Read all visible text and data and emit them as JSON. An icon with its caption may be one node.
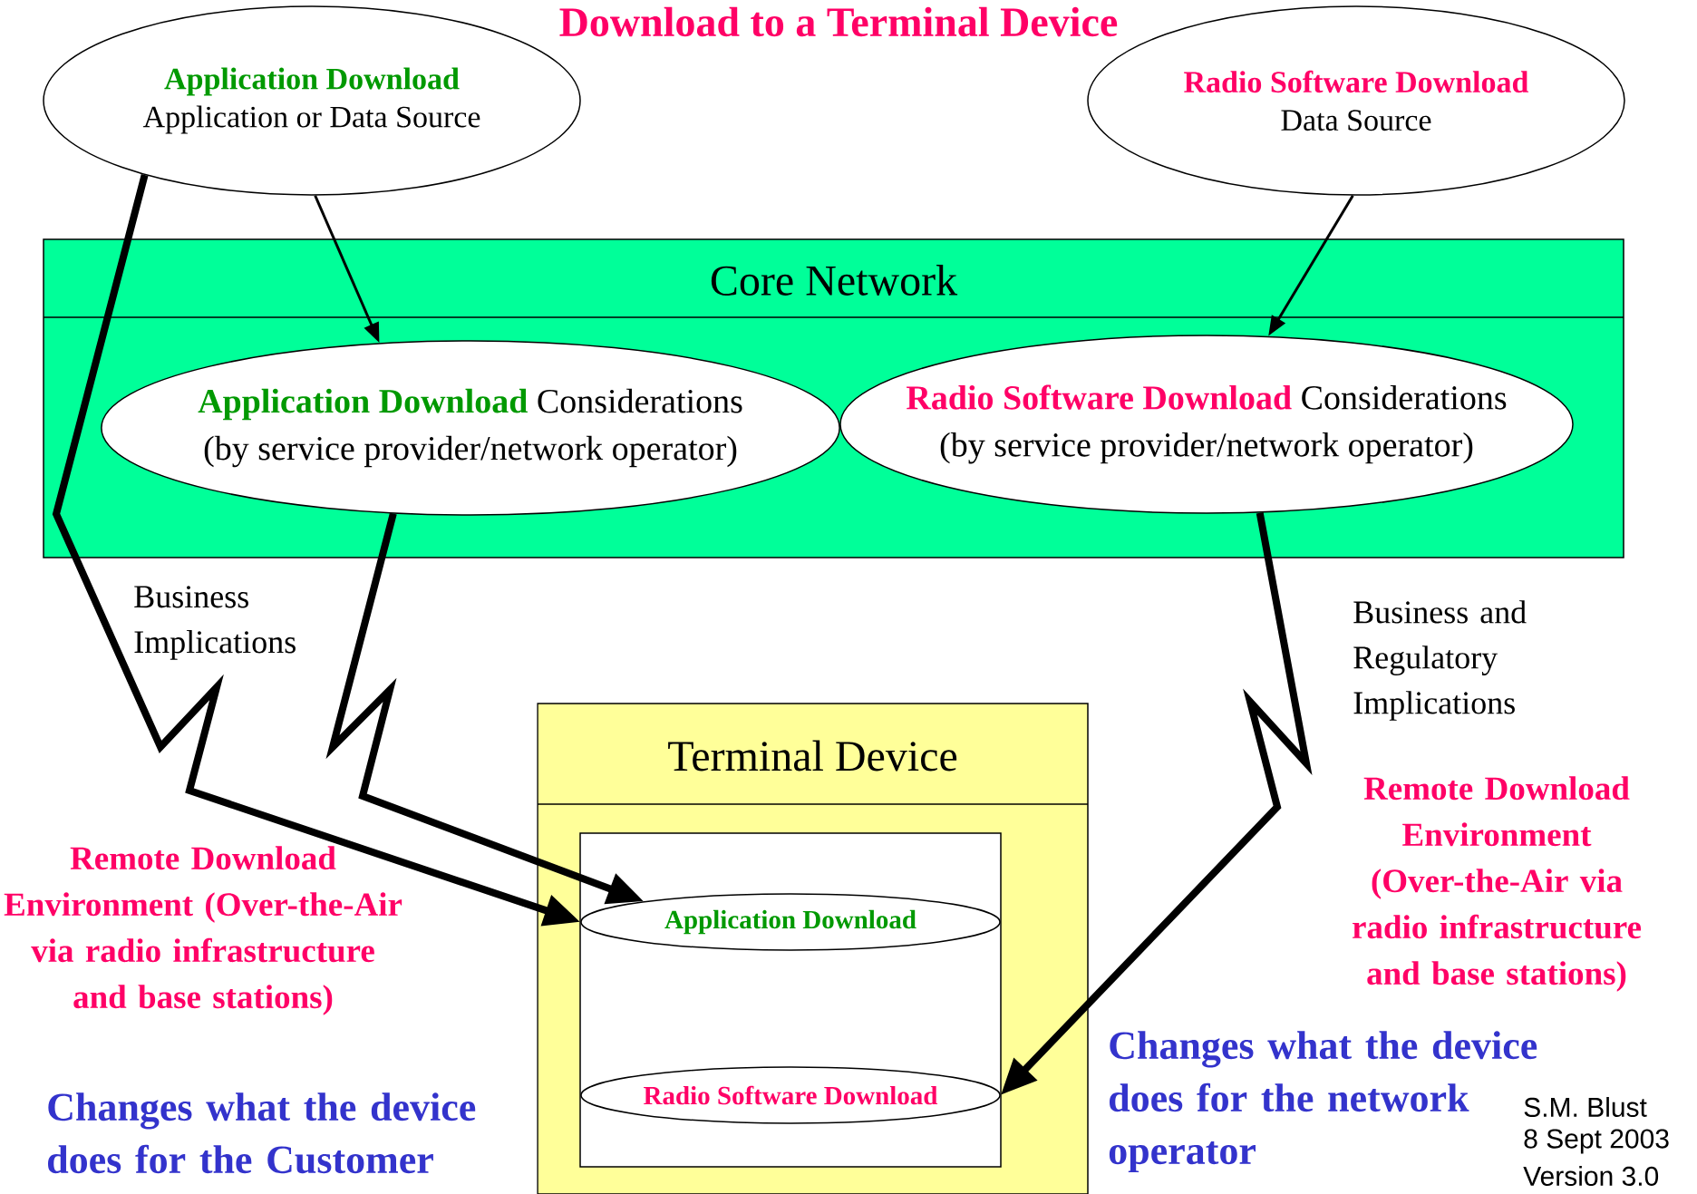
{
  "diagram": {
    "title": "Download to a Terminal Device",
    "nodes": [
      {
        "text": [
          "Application Download",
          "Application or Data Source"
        ]
      },
      {
        "text": [
          "Radio Software Download",
          "Data Source"
        ]
      },
      {
        "text": [
          "Core Network"
        ]
      },
      {
        "text": [
          "Application Download",
          "Considerations",
          "(by service provider/network operator)"
        ],
        "in": 2
      },
      {
        "text": [
          "Radio Software Download",
          "Considerations",
          "(by service provider/network operator)"
        ],
        "in": 2
      },
      {
        "text": [
          "Terminal Device"
        ]
      },
      {
        "text": [],
        "shape": "box",
        "in": 5
      },
      {
        "text": [
          "Application Download"
        ],
        "in": 6
      },
      {
        "text": [
          "Radio Software Download"
        ],
        "in": 6
      }
    ],
    "edges": [
      {
        "from": 0,
        "to": 3,
        "arrow": "to"
      },
      {
        "from": 1,
        "to": 4,
        "arrow": "to"
      },
      {
        "from": 0,
        "to": 7,
        "arrow": "to"
      },
      {
        "from": 3,
        "to": 7,
        "arrow": "to"
      },
      {
        "from": 4,
        "to": 8,
        "arrow": "to"
      }
    ],
    "labels": [
      "Business Implications",
      "Business and Regulatory Implications",
      "Remote Download Environment (Over-the-Air via radio infrastructure and base stations)",
      "Remote Download Environment (Over-the-Air via radio infrastructure and base stations)",
      "Changes what the device does for the Customer",
      "Changes what the device does for the network operator",
      "S.M. Blust",
      "8 Sept 2003",
      "Version 3.0"
    ]
  }
}
